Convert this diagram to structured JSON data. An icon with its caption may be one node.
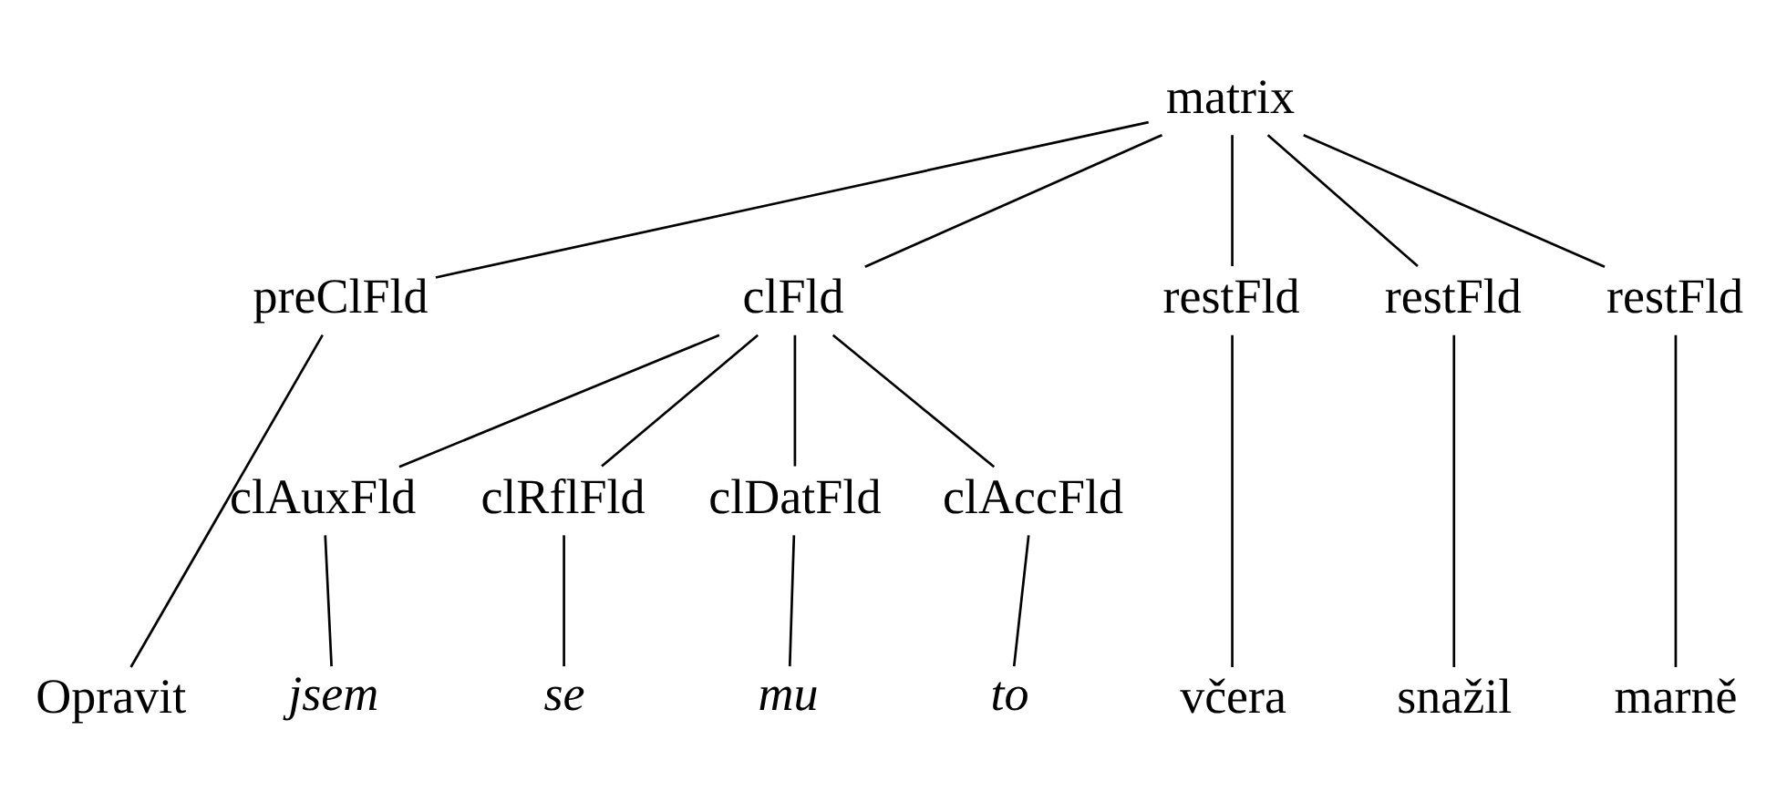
{
  "diagram": {
    "nodes": [
      {
        "text": [
          "matrix"
        ]
      },
      {
        "text": [
          "preClFld"
        ]
      },
      {
        "text": [
          "clFld"
        ]
      },
      {
        "text": [
          "restFld"
        ]
      },
      {
        "text": [
          "restFld"
        ]
      },
      {
        "text": [
          "restFld"
        ]
      },
      {
        "text": [
          "clAuxFld"
        ]
      },
      {
        "text": [
          "clRflFld"
        ]
      },
      {
        "text": [
          "clDatFld"
        ]
      },
      {
        "text": [
          "clAccFld"
        ]
      },
      {
        "text": [
          "Opravit"
        ]
      },
      {
        "text": [
          "jsem"
        ]
      },
      {
        "text": [
          "se"
        ]
      },
      {
        "text": [
          "mu"
        ]
      },
      {
        "text": [
          "to"
        ]
      },
      {
        "text": [
          "včera"
        ]
      },
      {
        "text": [
          "snažil"
        ]
      },
      {
        "text": [
          "marně"
        ]
      }
    ],
    "edges": [
      {
        "from": 0,
        "to": 1,
        "arrow": "none"
      },
      {
        "from": 0,
        "to": 2,
        "arrow": "none"
      },
      {
        "from": 0,
        "to": 3,
        "arrow": "none"
      },
      {
        "from": 0,
        "to": 4,
        "arrow": "none"
      },
      {
        "from": 0,
        "to": 5,
        "arrow": "none"
      },
      {
        "from": 2,
        "to": 6,
        "arrow": "none"
      },
      {
        "from": 2,
        "to": 7,
        "arrow": "none"
      },
      {
        "from": 2,
        "to": 8,
        "arrow": "none"
      },
      {
        "from": 2,
        "to": 9,
        "arrow": "none"
      },
      {
        "from": 1,
        "to": 10,
        "arrow": "none"
      },
      {
        "from": 6,
        "to": 11,
        "arrow": "none"
      },
      {
        "from": 7,
        "to": 12,
        "arrow": "none"
      },
      {
        "from": 8,
        "to": 13,
        "arrow": "none"
      },
      {
        "from": 9,
        "to": 14,
        "arrow": "none"
      },
      {
        "from": 3,
        "to": 15,
        "arrow": "none"
      },
      {
        "from": 4,
        "to": 16,
        "arrow": "none"
      },
      {
        "from": 5,
        "to": 17,
        "arrow": "none"
      }
    ]
  }
}
